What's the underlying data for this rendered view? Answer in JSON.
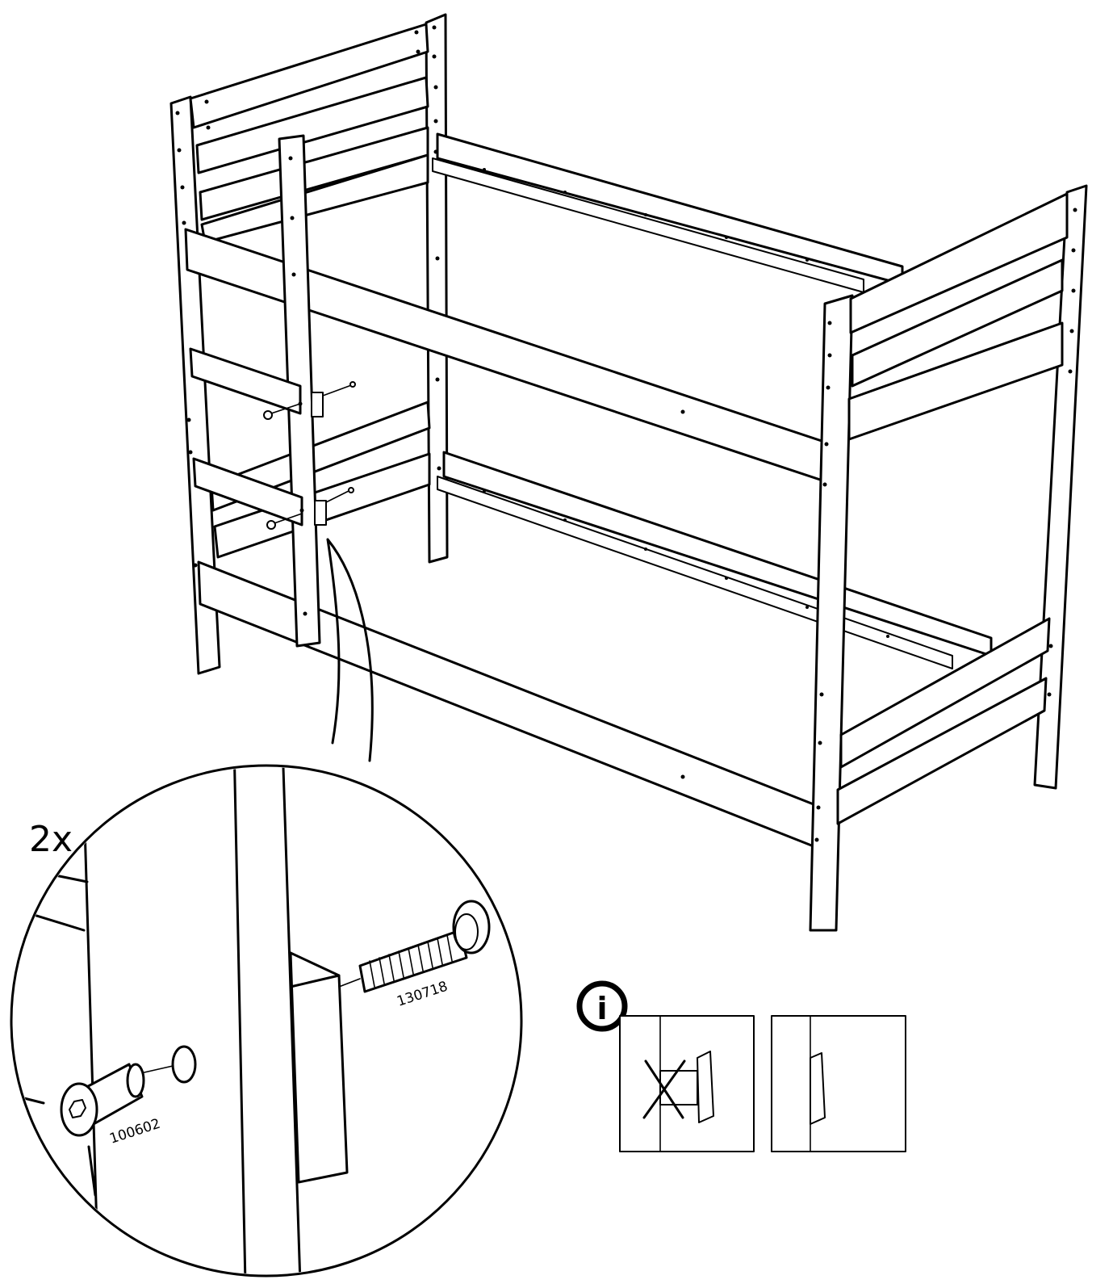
{
  "quantity_label": "2x",
  "parts": {
    "bolt_id": "130718",
    "barrel_nut_id": "100602"
  },
  "info_icon_glyph": "i",
  "icons": [
    "info-icon",
    "wrong-orientation-cross-icon"
  ],
  "colors": {
    "ink": "#000000",
    "paper": "#ffffff"
  }
}
